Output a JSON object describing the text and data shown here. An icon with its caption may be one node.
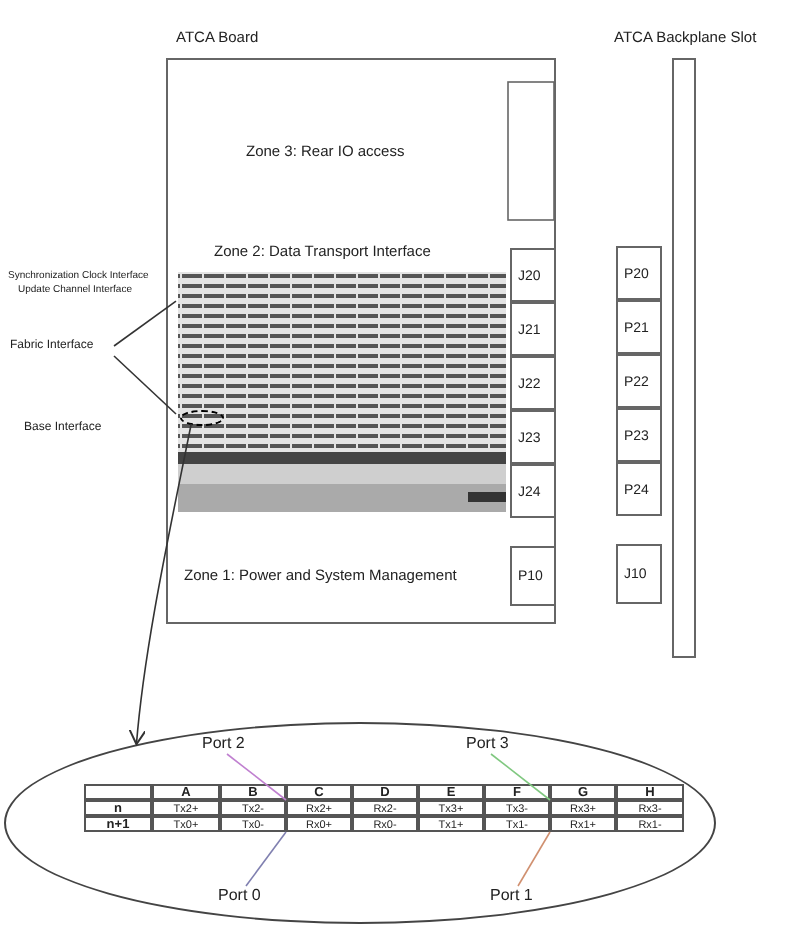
{
  "diagram": {
    "nodes": [
      {
        "text": [
          "ATCA Board"
        ]
      },
      {
        "text": [
          "ATCA Backplane Slot"
        ]
      },
      {
        "text": [
          "J20"
        ],
        "in": 0
      },
      {
        "text": [
          "J21"
        ],
        "in": 0
      },
      {
        "text": [
          "J22"
        ],
        "in": 0
      },
      {
        "text": [
          "J23"
        ],
        "in": 0
      },
      {
        "text": [
          "J24"
        ],
        "in": 0
      },
      {
        "text": [
          "P10"
        ],
        "in": 0
      },
      {
        "text": [
          "P20"
        ]
      },
      {
        "text": [
          "P21"
        ]
      },
      {
        "text": [
          "P22"
        ]
      },
      {
        "text": [
          "P23"
        ]
      },
      {
        "text": [
          "P24"
        ]
      },
      {
        "text": [
          "J10"
        ]
      },
      {
        "text": [
          "Fabric Interface"
        ]
      },
      {
        "text": [],
        "shape": "picture",
        "in": 0
      },
      {
        "text": [],
        "shape": "ellipse",
        "in": 15
      },
      {
        "text": [],
        "shape": "ellipse"
      },
      {
        "text": [
          "Port 2"
        ],
        "in": 17
      },
      {
        "text": [
          "Port 3"
        ],
        "in": 17
      },
      {
        "text": [
          "Port 0"
        ],
        "in": 17
      },
      {
        "text": [
          "Port 1"
        ],
        "in": 17
      }
    ],
    "edges": [
      {
        "from": 14,
        "to": 15,
        "arrow": "none"
      },
      {
        "from": 14,
        "to": 15,
        "arrow": "none"
      },
      {
        "from": 16,
        "to": 17,
        "arrow": "to"
      },
      {
        "from": 18,
        "to": null,
        "arrow": "none",
        "color": "#c080d0"
      },
      {
        "from": 19,
        "to": null,
        "arrow": "none",
        "color": "#80c880"
      },
      {
        "from": 20,
        "to": null,
        "arrow": "none",
        "color": "#8080b0"
      },
      {
        "from": 21,
        "to": null,
        "arrow": "none",
        "color": "#d09070"
      }
    ],
    "labels": [
      "Synchronization Clock Interface",
      "Update Channel Interface",
      "Base Interface",
      "Zone 3: Rear IO access",
      "Zone 2: Data Transport Interface",
      "Zone 1: Power and System Management",
      "A",
      "B",
      "C",
      "D",
      "E",
      "F",
      "G",
      "H",
      "n",
      "Tx2+",
      "Tx2-",
      "Rx2+",
      "Rx2-",
      "Tx3+",
      "Tx3-",
      "Rx3+",
      "Rx3-",
      "n+1",
      "Tx0+",
      "Tx0-",
      "Rx0+",
      "Rx0-",
      "Tx1+",
      "Tx1-",
      "Rx1+",
      "Rx1-"
    ]
  }
}
